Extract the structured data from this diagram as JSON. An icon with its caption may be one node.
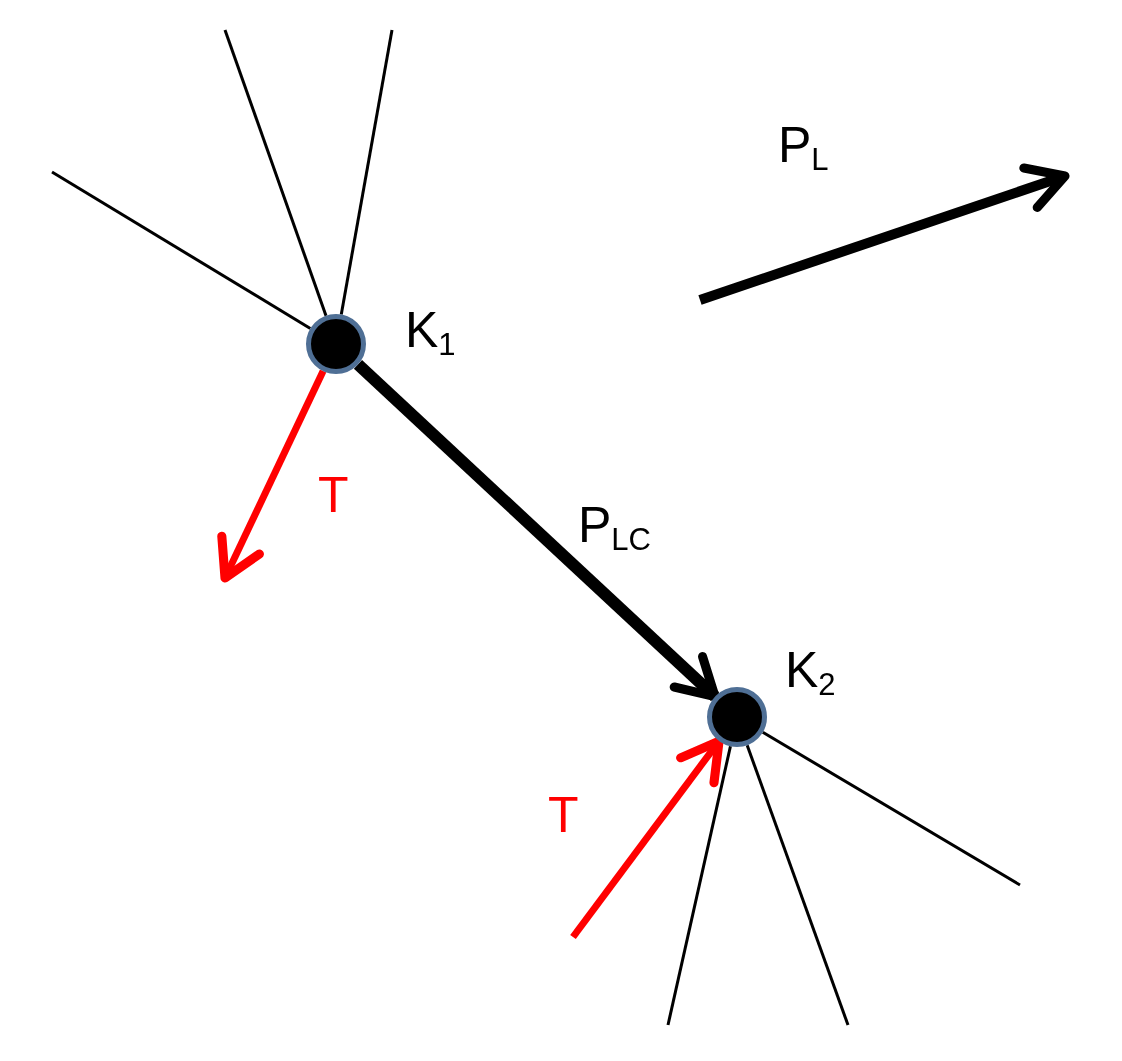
{
  "diagram": {
    "nodes": [
      {
        "text": [],
        "shape": "circle",
        "beside": [
          "K$_{1}$"
        ]
      },
      {
        "text": [],
        "shape": "circle",
        "beside": [
          "K$_{2}$"
        ]
      }
    ],
    "edges": [
      {
        "from": 0,
        "to": 1,
        "arrow": "to",
        "label": "P$_{LC}$",
        "style": "thick"
      },
      {
        "from": 0,
        "to": null,
        "arrow": "none"
      },
      {
        "from": 0,
        "to": null,
        "arrow": "none"
      },
      {
        "from": 0,
        "to": null,
        "arrow": "none"
      },
      {
        "from": 0,
        "to": null,
        "arrow": "to",
        "label": "T",
        "style": "thick",
        "color": "#ff0000"
      },
      {
        "from": 1,
        "to": null,
        "arrow": "none"
      },
      {
        "from": 1,
        "to": null,
        "arrow": "none"
      },
      {
        "from": 1,
        "to": null,
        "arrow": "none"
      },
      {
        "from": null,
        "to": 1,
        "arrow": "to",
        "label": "T",
        "style": "thick",
        "color": "#ff0000"
      }
    ],
    "labels": [
      "P$_{L}$"
    ]
  }
}
